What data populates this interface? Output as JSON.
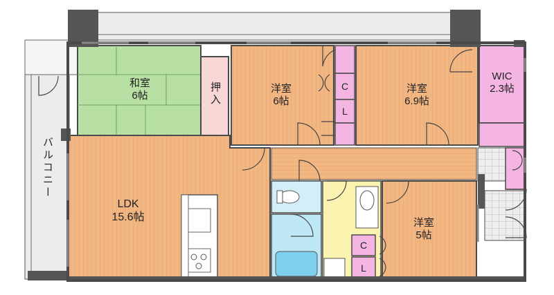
{
  "rooms": {
    "washitsu": {
      "name": "和室",
      "size": "6帖"
    },
    "oshiire": {
      "name": "押入"
    },
    "youshitsu_a": {
      "name": "洋室",
      "size": "6帖"
    },
    "youshitsu_b": {
      "name": "洋室",
      "size": "6.9帖"
    },
    "wic": {
      "name": "WIC",
      "size": "2.3帖"
    },
    "ldk": {
      "name": "LDK",
      "size": "15.6帖"
    },
    "youshitsu_c": {
      "name": "洋室",
      "size": "5帖"
    },
    "balcony": {
      "name": "バルコニー"
    }
  },
  "closets": {
    "c1": "C",
    "l1": "L",
    "c2": "C",
    "l2": "L"
  },
  "colors": {
    "wall": "#4a4a4a",
    "floor_wood": "#f2b683",
    "tatami": "#b8e0a4",
    "closet": "#f4b5e2",
    "oshiire": "#f9d6d6",
    "bath": "#bfe8f7",
    "toilet": "#d4eef8",
    "washroom": "#fbf4b0",
    "balcony": "#e6e6e6"
  }
}
